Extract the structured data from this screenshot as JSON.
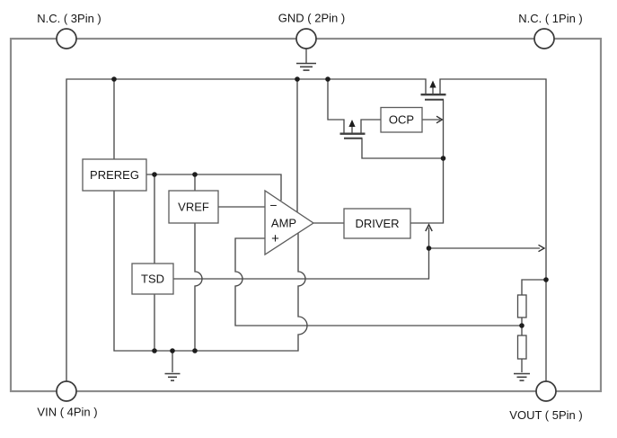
{
  "diagram": {
    "title_hint": "ldo-regulator-block-diagram",
    "pins": {
      "nc3": "N.C. ( 3Pin )",
      "gnd2": "GND ( 2Pin )",
      "nc1": "N.C. ( 1Pin )",
      "vin4": "VIN ( 4Pin )",
      "vout5": "VOUT ( 5Pin )"
    },
    "blocks": {
      "prereg": "PREREG",
      "vref": "VREF",
      "tsd": "TSD",
      "amp": "AMP",
      "driver": "DRIVER",
      "ocp": "OCP"
    },
    "amp_inputs": {
      "inverting": "−",
      "noninverting": "+"
    },
    "colors": {
      "wire": "#4a4a4a",
      "package_outline": "#8c8c8c",
      "text": "#161616",
      "background": "#ffffff"
    }
  }
}
